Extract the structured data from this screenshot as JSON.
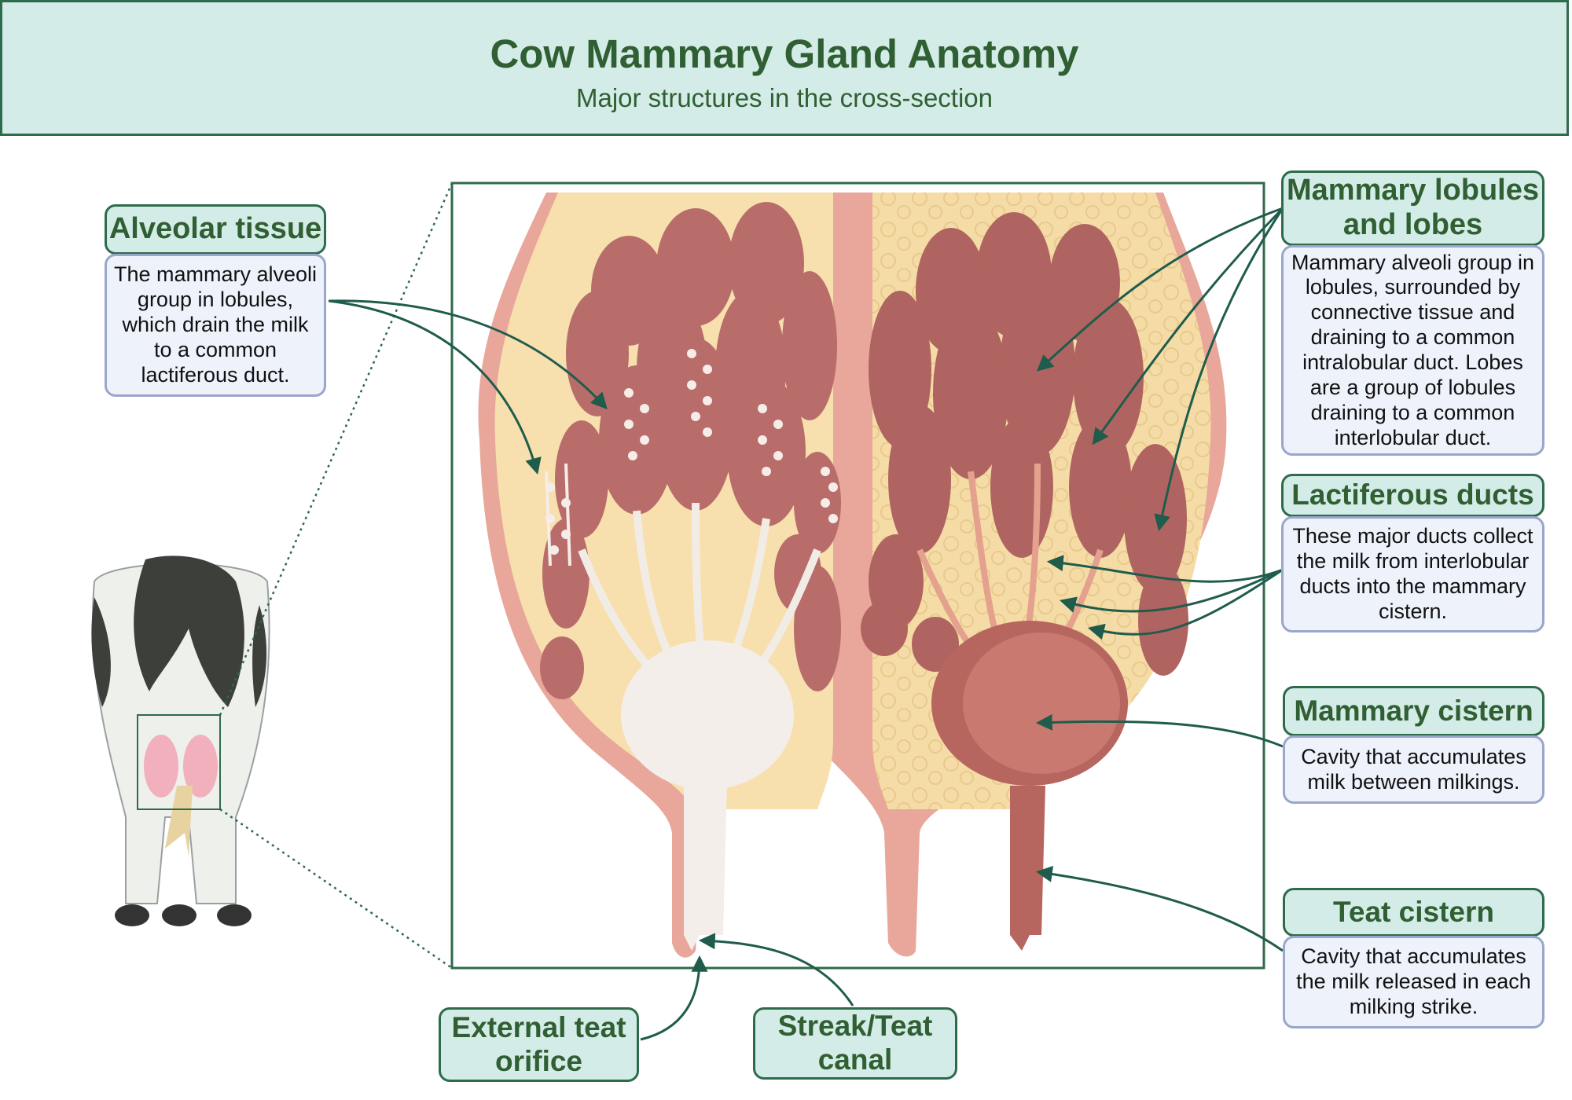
{
  "title": "Cow Mammary Gland Anatomy",
  "subtitle": "Major structures in the cross-section",
  "labels": {
    "alveolar": {
      "title": "Alveolar tissue",
      "desc": "The mammary alveoli group in lobules, which drain the milk to a common lactiferous duct."
    },
    "lobules": {
      "title": "Mammary lobules and lobes",
      "desc": "Mammary alveoli group in lobules, surrounded by connective tissue and draining to a common intralobular duct. Lobes are a group of lobules draining to a common interlobular duct."
    },
    "ducts": {
      "title": "Lactiferous ducts",
      "desc": "These major ducts collect the milk from interlobular ducts into the mammary cistern."
    },
    "mammary_cistern": {
      "title": "Mammary cistern",
      "desc": "Cavity that accumulates milk between milkings."
    },
    "teat_cistern": {
      "title": "Teat cistern",
      "desc": "Cavity that accumulates the milk released in each milking strike."
    },
    "orifice": {
      "title": "External teat orifice"
    },
    "streak": {
      "title": "Streak/Teat canal"
    }
  },
  "colors": {
    "accent": "#2e6b4a",
    "label_fill": "#d4ece7",
    "desc_fill": "#eef2fb",
    "skin": "#e8a79a",
    "fat": "#f8dfae",
    "lobule": "#b86d6a",
    "milk": "#f4eeea"
  }
}
